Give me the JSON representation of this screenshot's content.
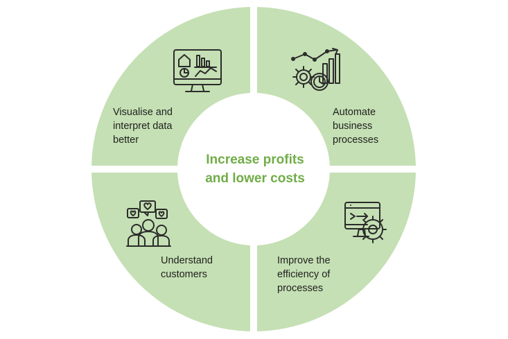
{
  "center": {
    "line1": "Increase profits",
    "line2": "and lower costs"
  },
  "quadrants": {
    "top_left": {
      "lines": [
        "Visualise and",
        "interpret data",
        "better"
      ],
      "icon": "dashboard-monitor-icon"
    },
    "top_right": {
      "lines": [
        "Automate",
        "business",
        "processes"
      ],
      "icon": "gears-growth-chart-icon"
    },
    "bottom_left": {
      "lines": [
        "Understand",
        "customers"
      ],
      "icon": "customers-hearts-icon"
    },
    "bottom_right": {
      "lines": [
        "Improve the",
        "efficiency of",
        "processes"
      ],
      "icon": "computer-gear-icon"
    }
  },
  "colors": {
    "ring": "#c5e0b4",
    "title": "#70ad47",
    "icon_stroke": "#2b2b2b",
    "text": "#1f1f1f"
  }
}
